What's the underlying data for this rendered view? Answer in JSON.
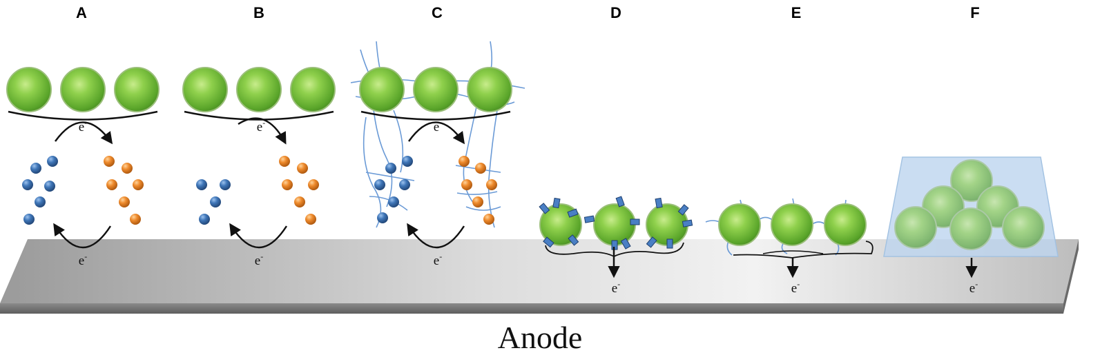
{
  "figure": {
    "panels": [
      {
        "id": "A",
        "label": "A",
        "electron_top": "e",
        "electron_bottom": "e",
        "superscript": "-"
      },
      {
        "id": "B",
        "label": "B",
        "electron_top": "e",
        "electron_bottom": "e",
        "superscript": "-"
      },
      {
        "id": "C",
        "label": "C",
        "electron_top": "e",
        "electron_bottom": "e",
        "superscript": "-"
      },
      {
        "id": "D",
        "label": "D",
        "electron": "e",
        "superscript": "-"
      },
      {
        "id": "E",
        "label": "E",
        "electron": "e",
        "superscript": "-"
      },
      {
        "id": "F",
        "label": "F",
        "electron": "e",
        "superscript": "-"
      }
    ],
    "anode_label": "Anode",
    "colors": {
      "cell": "#7cc440",
      "cell_dark": "#4f9a25",
      "mediator_oxidized": "#3a6fb0",
      "mediator_reduced": "#e8862a",
      "nanowire": "#5b8fd0",
      "cytochrome": "#4a7fc4",
      "biofilm_matrix": "#b9d3ee",
      "anode_top": "#cfcfcf",
      "anode_edge": "#777777"
    }
  }
}
